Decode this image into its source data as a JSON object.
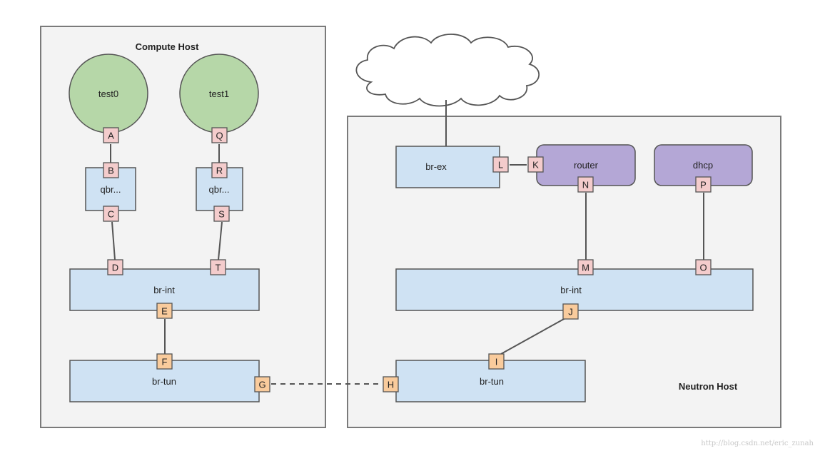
{
  "hosts": {
    "compute": "Compute Host",
    "neutron": "Neutron Host"
  },
  "vms": {
    "test0": "test0",
    "test1": "test1"
  },
  "bridges": {
    "qbr0": "qbr...",
    "qbr1": "qbr...",
    "compute_br_int": "br-int",
    "compute_br_tun": "br-tun",
    "br_ex": "br-ex",
    "neutron_br_int": "br-int",
    "neutron_br_tun": "br-tun"
  },
  "namespaces": {
    "router": "router",
    "dhcp": "dhcp"
  },
  "ports": {
    "A": "A",
    "B": "B",
    "C": "C",
    "D": "D",
    "E": "E",
    "F": "F",
    "G": "G",
    "H": "H",
    "I": "I",
    "J": "J",
    "K": "K",
    "L": "L",
    "M": "M",
    "N": "N",
    "O": "O",
    "P": "P",
    "Q": "Q",
    "R": "R",
    "S": "S",
    "T": "T"
  },
  "watermark": "http://blog.csdn.net/eric_zunah",
  "colors": {
    "bridge": "#cfe2f3",
    "vm": "#b6d7a8",
    "namespace": "#b4a7d6",
    "port_pink": "#f4cccc",
    "port_orange": "#f9cb9c",
    "host_bg": "#f3f3f3"
  }
}
